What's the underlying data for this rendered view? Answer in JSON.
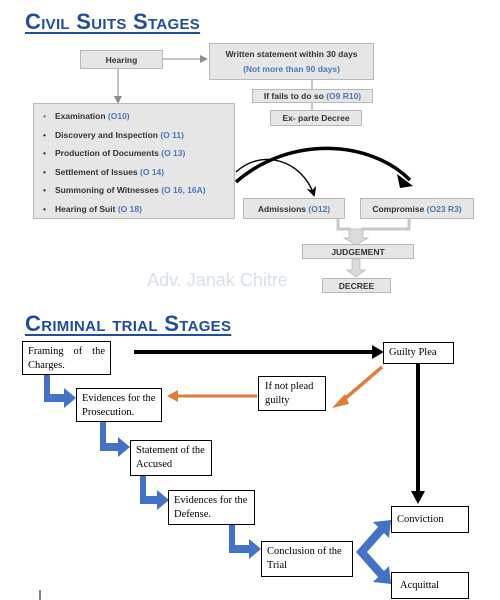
{
  "civil": {
    "title": "Civil Suits Stages",
    "hearing": "Hearing",
    "written_statement": {
      "line1": "Written statement within  30 days",
      "line2": "(Not more than 90 days)"
    },
    "if_fails": {
      "text": "If fails to do so ",
      "ref": "(O9 R10)"
    },
    "ex_parte": "Ex- parte Decree",
    "stages": [
      {
        "label": "Examination ",
        "ref": "(O10)"
      },
      {
        "label": "Discovery and Inspection ",
        "ref": "(O 11)"
      },
      {
        "label": "Production of Documents ",
        "ref": "(O 13)"
      },
      {
        "label": "Settlement of Issues ",
        "ref": "(O 14)"
      },
      {
        "label": "Summoning of Witnesses ",
        "ref": "(O 16, 16A)"
      },
      {
        "label": "Hearing of Suit ",
        "ref": "(O 18)"
      }
    ],
    "admissions": {
      "label": "Admissions ",
      "ref": "(O12)"
    },
    "compromise": {
      "label": "Compromise ",
      "ref": "(O23 R3)"
    },
    "judgement": "JUDGEMENT",
    "decree": "DECREE"
  },
  "watermark": "Adv. Janak Chitre",
  "criminal": {
    "title": "Criminal trial Stages",
    "framing": "Framing of the Charges.",
    "guilty_plea": "Guilty Plea",
    "if_not_plead": "If not plead guilty",
    "prosecution": "Evidences for the Prosecution.",
    "statement": "Statement of the Accused",
    "defense": "Evidences for the Defense.",
    "conclusion": "Conclusion of the Trial",
    "conviction": "Conviction",
    "acquittal": "Acquittal"
  },
  "colors": {
    "title_blue": "#1f4e9c",
    "ref_blue": "#4a78b8",
    "elbow_arrow_blue": "#4472c4",
    "orange_arrow": "#e07b39",
    "box_grey": "#e6e6e6"
  }
}
